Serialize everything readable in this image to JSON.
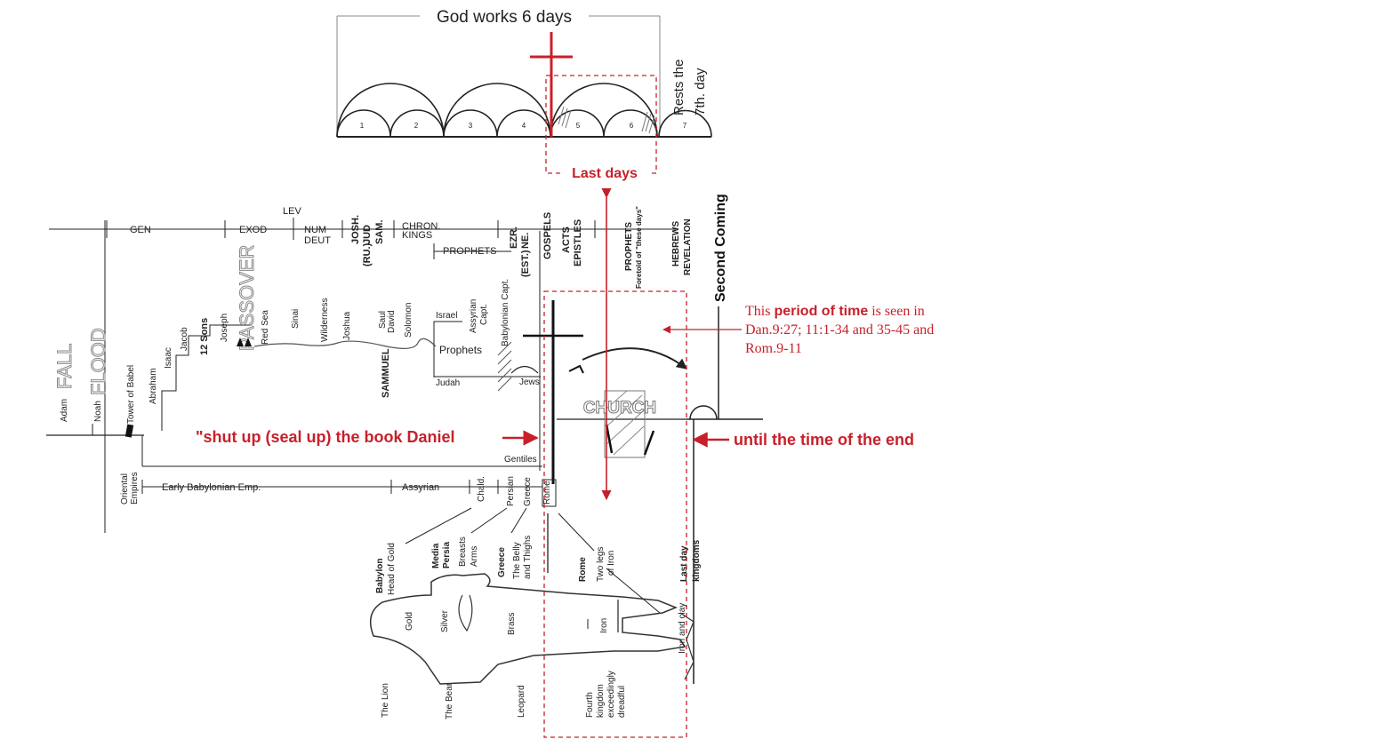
{
  "colors": {
    "accent": "#c8202a",
    "ink": "#222222",
    "grey": "#888888"
  },
  "week": {
    "title": "God works 6 days",
    "rest": [
      "Rests the",
      "7th. day"
    ],
    "days": [
      "1",
      "2",
      "3",
      "4",
      "5",
      "6",
      "7"
    ],
    "last_days": "Last days"
  },
  "second_coming": "Second Coming",
  "books": {
    "gen": "GEN",
    "exod": "EXOD",
    "lev": "LEV",
    "num": "NUM",
    "deut": "DEUT",
    "josh": "JOSH.",
    "ru": "(RU.)",
    "jud": "JUD",
    "sam": "SAM.",
    "chron": "CHRON.",
    "kings": "KINGS",
    "prophets": "PROPHETS",
    "ezr": "EZR.",
    "est": "(EST.)",
    "ne": "NE.",
    "gospels": "GOSPELS",
    "acts": "ACTS",
    "epistles": "EPISTLES",
    "prophets2": "PROPHETS",
    "foretold": "Foretold of \"these days\"",
    "hebrews": "HEBREWS",
    "revelation": "REVELATION"
  },
  "history": {
    "adam": "Adam",
    "fall": "FALL",
    "noah": "Noah",
    "flood": "FLOOD",
    "babel": "Tower of Babel",
    "abraham": "Abraham",
    "isaac": "Isaac",
    "jacob": "Jacob",
    "sons": "12 Sons",
    "joseph": "Joseph",
    "passover": "PASSOVER",
    "redsea": "Red Sea",
    "sinai": "Sinai",
    "wilderness": "Wilderness",
    "joshua": "Joshua",
    "saul": "Saul",
    "david": "David",
    "solomon": "Solomon",
    "sammuel": "SAMMUEL",
    "israel": "Israel",
    "assyrian_capt": [
      "Assyrian",
      "Capt."
    ],
    "babylonian_capt": "Babylonian Capt.",
    "prophets": "Prophets",
    "judah": "Judah",
    "jews": "Jews",
    "church": "CHURCH",
    "gentiles": "Gentiles",
    "oriental": [
      "Oriental",
      "Empires"
    ],
    "early_bab": "Early  Babylonian Emp.",
    "assyrian": "Assyrian",
    "chald": "Chald.",
    "persian": "Persian",
    "greece": "Greece",
    "rome": "Rome"
  },
  "daniel_left": "\"shut up (seal up) the book Daniel",
  "daniel_right": "until the time of the end",
  "note": {
    "part1": "This ",
    "bold": "period of time",
    "part2": " is seen in Dan.9:27; 11:1-34 and 35-45 and Rom.9-11"
  },
  "statue": {
    "babylon": "Babylon",
    "head": "Head of Gold",
    "media": "Media",
    "persia": "Persia",
    "breasts": "Breasts",
    "arms": "Arms",
    "greece": "Greece",
    "belly": "The Belly",
    "thighs": "and Thighs",
    "rome": "Rome",
    "legs": "Two legs",
    "ofiron": "of Iron",
    "lastday": "Last day",
    "kingdoms": "kingdoms",
    "gold": "Gold",
    "silver": "Silver",
    "brass": "Brass",
    "iron": "Iron",
    "ironclay": "Iron and clay",
    "lion": "The Lion",
    "bear": "The Bear",
    "leopard": "Leopard",
    "fourth": [
      "Fourth",
      "kingdom",
      "exceedingly",
      "dreadful"
    ]
  }
}
